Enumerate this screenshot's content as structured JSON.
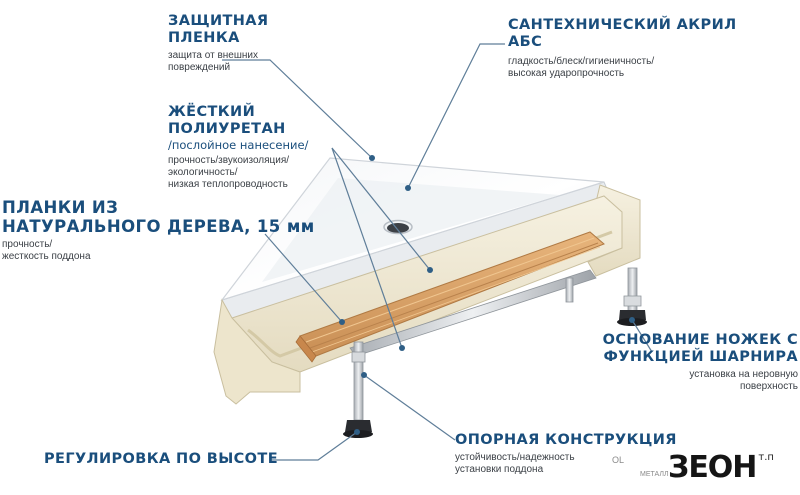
{
  "labels": {
    "film": {
      "title": [
        "ЗАЩИТНАЯ",
        "ПЛЕНКА"
      ],
      "desc": [
        "защита от внешних",
        "повреждений"
      ]
    },
    "acrylic": {
      "title": [
        "САНТЕХНИЧЕСКИЙ АКРИЛ",
        "АБС"
      ],
      "desc": [
        "гладкость/блеск/гигиеничность/",
        "высокая ударопрочность"
      ]
    },
    "polyurethane": {
      "title": [
        "ЖЁСТКИЙ",
        "ПОЛИУРЕТАН"
      ],
      "note": "/послойное нанесение/",
      "desc": [
        "прочность/звукоизоляция/",
        "экологичность/",
        "низкая теплопроводность"
      ]
    },
    "wood": {
      "title": [
        "ПЛАНКИ ИЗ",
        "НАТУРАЛЬНОГО ДЕРЕВА, 15 мм"
      ],
      "desc": [
        "прочность/",
        "жесткость поддона"
      ]
    },
    "legs": {
      "title": [
        "ОСНОВАНИЕ НОЖЕК С",
        "ФУНКЦИЕЙ ШАРНИРА"
      ],
      "desc": [
        "установка на неровную",
        "поверхность"
      ]
    },
    "frame": {
      "title": "ОПОРНАЯ КОНСТРУКЦИЯ",
      "desc": [
        "устойчивость/надежность",
        "установки поддона"
      ]
    },
    "height": {
      "title": "РЕГУЛИРОВКА ПО ВЫСОТЕ"
    }
  },
  "logo": {
    "text": "ЗЕОН",
    "tail": "т.п"
  },
  "stray": {
    "a": "ОL",
    "b": "МЕТАЛЛ"
  },
  "colors": {
    "heading": "#1a4e7c",
    "leader": "#5f7e99",
    "cream": "#efe9d6",
    "wood": "#d9a46a",
    "metal": "#c9ccd0"
  }
}
